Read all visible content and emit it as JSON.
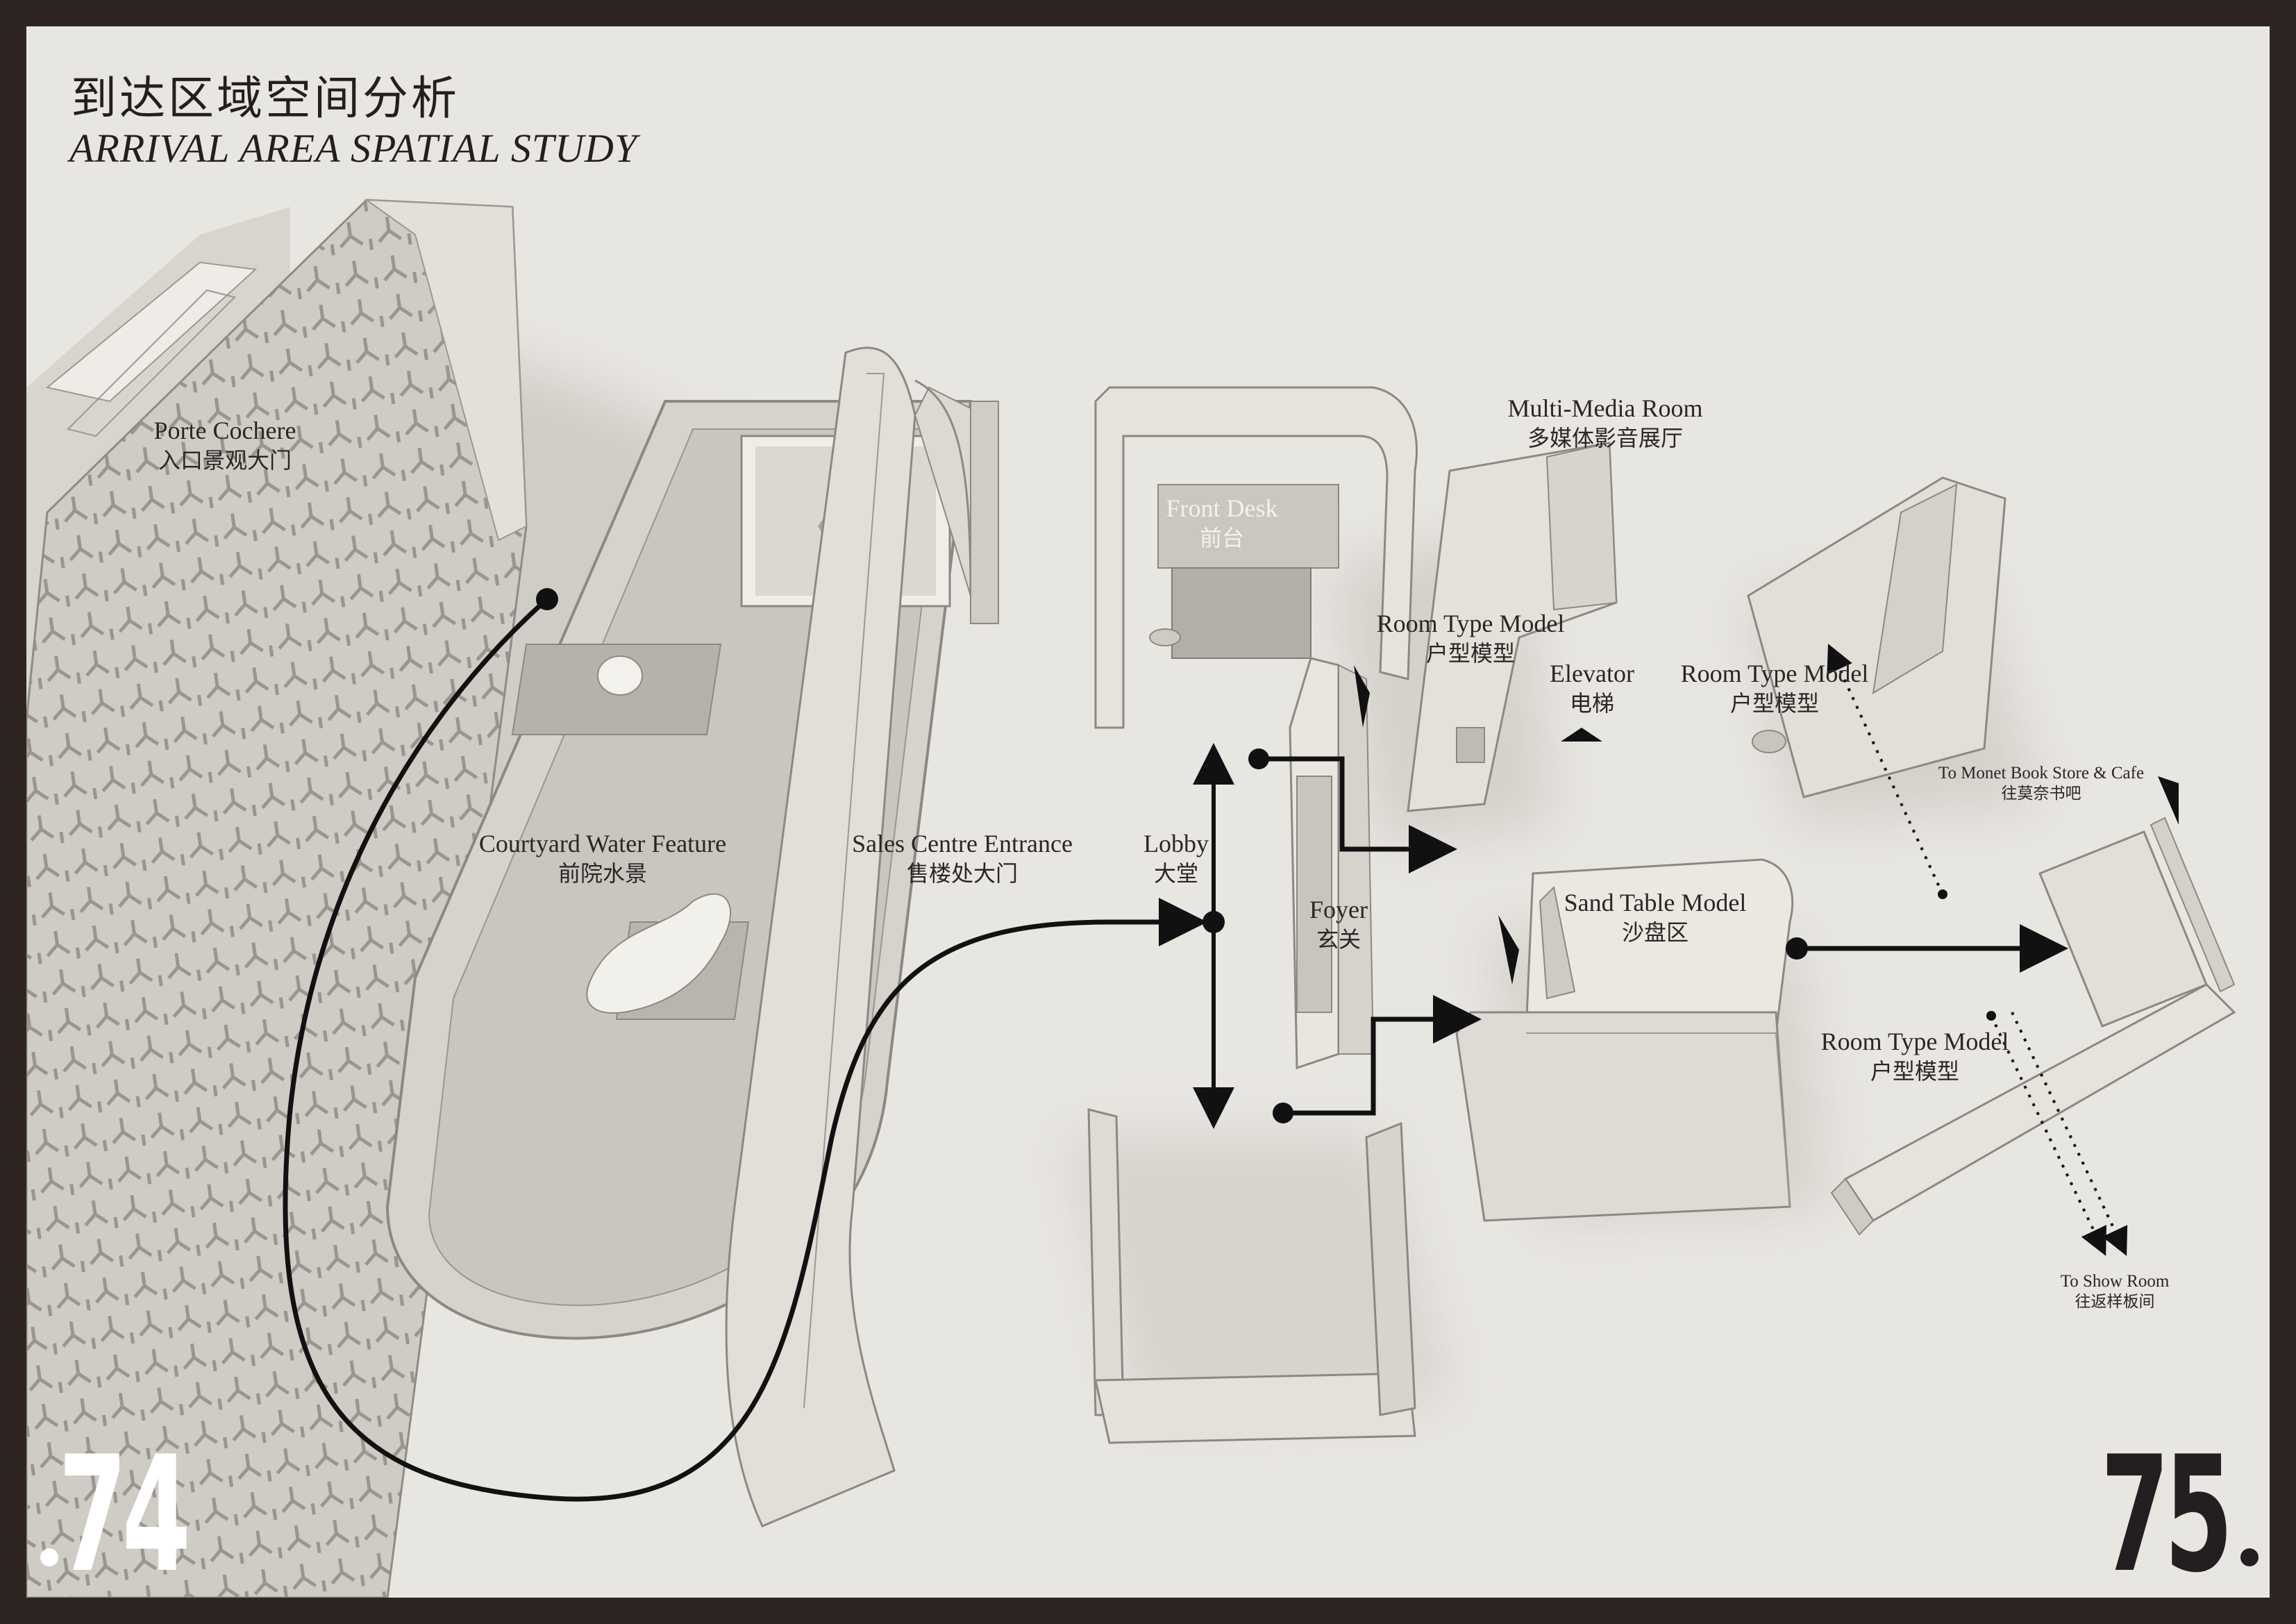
{
  "header": {
    "title_cn": "到达区域空间分析",
    "title_en": "ARRIVAL AREA SPATIAL STUDY"
  },
  "labels": {
    "porte_cochere": {
      "en": "Porte Cochere",
      "cn": "入口景观大门"
    },
    "courtyard_water": {
      "en": "Courtyard Water Feature",
      "cn": "前院水景"
    },
    "sales_entrance": {
      "en": "Sales Centre Entrance",
      "cn": "售楼处大门"
    },
    "lobby": {
      "en": "Lobby",
      "cn": "大堂"
    },
    "front_desk": {
      "en": "Front Desk",
      "cn": "前台"
    },
    "multimedia": {
      "en": "Multi-Media Room",
      "cn": "多媒体影音展厅"
    },
    "room_type_1": {
      "en": "Room Type Model",
      "cn": "户型模型"
    },
    "elevator": {
      "en": "Elevator",
      "cn": "电梯"
    },
    "room_type_2": {
      "en": "Room Type Model",
      "cn": "户型模型"
    },
    "foyer": {
      "en": "Foyer",
      "cn": "玄关"
    },
    "sand_table": {
      "en": "Sand Table Model",
      "cn": "沙盘区"
    },
    "room_type_3": {
      "en": "Room Type Model",
      "cn": "户型模型"
    },
    "monet": {
      "en": "To Monet Book Store & Cafe",
      "cn": "往莫奈书吧"
    },
    "show_room": {
      "en": "To Show Room",
      "cn": "往返样板间"
    }
  },
  "page_numbers": {
    "left": "74",
    "right": "75"
  },
  "colors": {
    "frame": "#2e2523",
    "paper": "#e8e6e1",
    "ink": "#231f20",
    "model": "#dcd9d2"
  }
}
